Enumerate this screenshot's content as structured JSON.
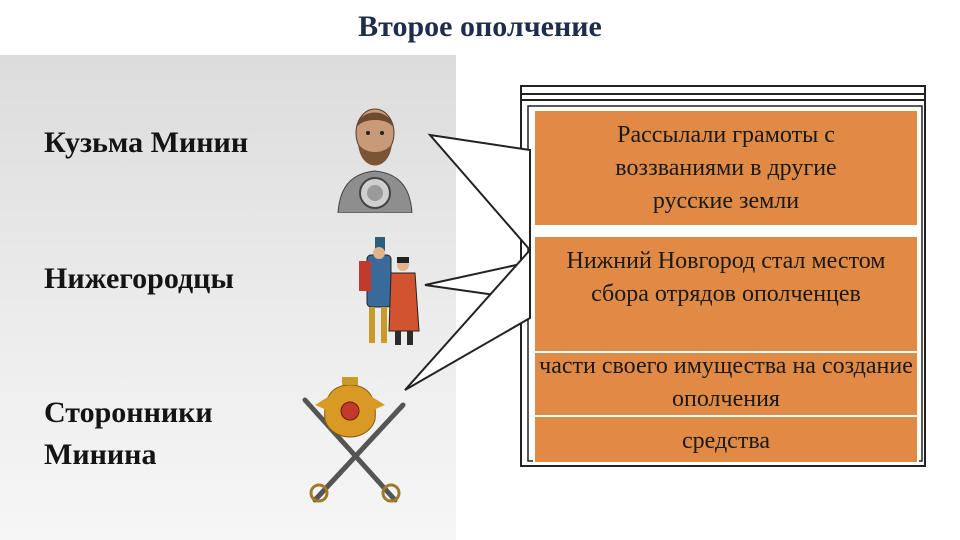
{
  "slide": {
    "title": "Второе ополчение",
    "labels": {
      "minin": "Кузьма Минин",
      "nizhegorodtsy": "Нижегородцы",
      "supporters": "Сторонники Минина"
    },
    "boxes": {
      "letters": "Рассылали грамоты с воззваниями в другие русские земли",
      "gathering": "Нижний Новгород стал местом сбора отрядов ополченцев",
      "property": "части своего имущества на создание ополчения",
      "funds": "средства"
    }
  },
  "colors": {
    "title": "#1f2c4c",
    "box_orange": "#e08a45",
    "box_border": "#ffffff"
  },
  "icons": [
    "minin-portrait-icon",
    "townsfolk-icon",
    "double-eagle-swords-icon"
  ]
}
